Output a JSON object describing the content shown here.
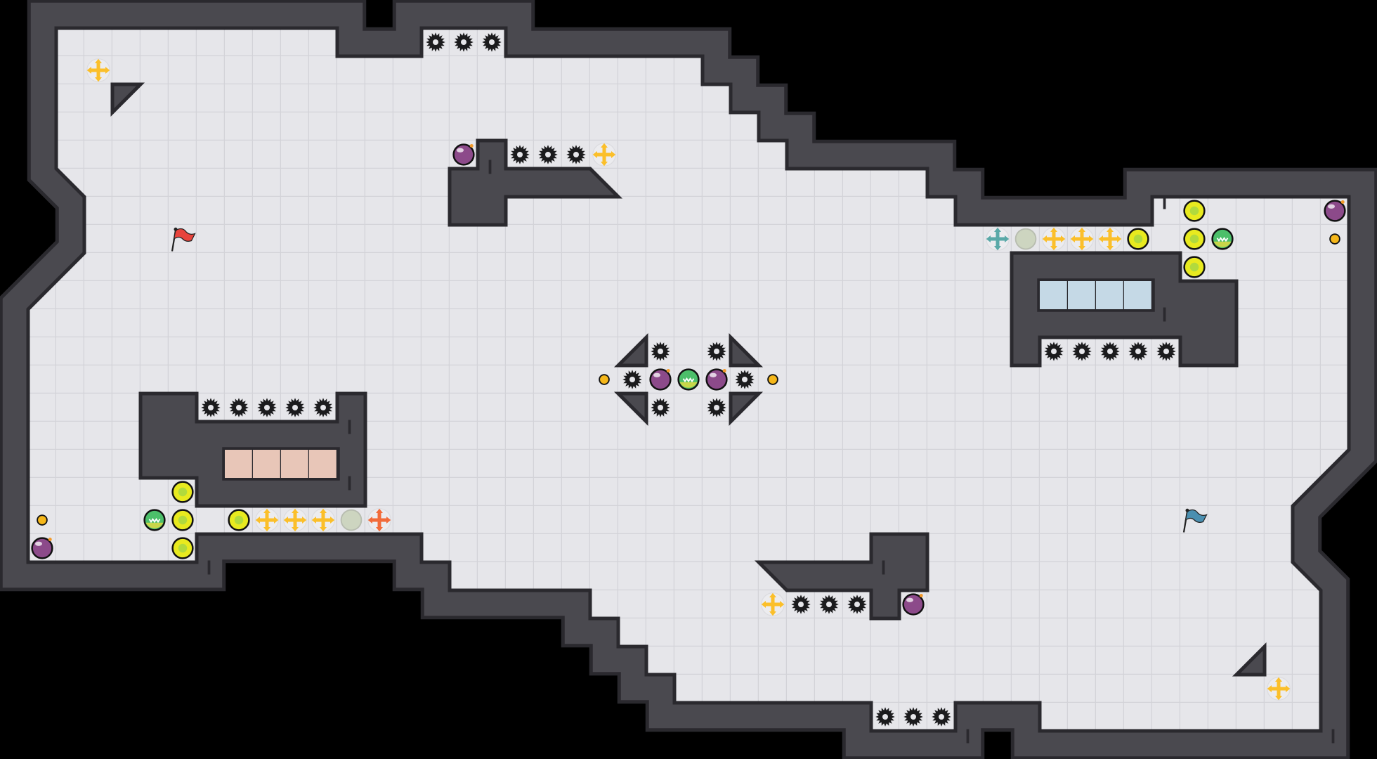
{
  "level": {
    "colors": {
      "background": "#000000",
      "floor": "#e6e6ea",
      "tile_line": "#d3d3d8",
      "wall": "#4a494f",
      "wall_edge": "#2a292e",
      "pink_window": "#e8c6b8",
      "blue_window": "#c5d9e6",
      "gear": "#1b1b1d",
      "cross_yellow": "#fbbf2a",
      "cross_teal": "#5aa9a8",
      "cross_red": "#f26b3a",
      "disc_gray": "#cdd5c0",
      "ball_yellow": "#e8ea1f",
      "ball_green": "#4cbf6a",
      "bomb": "#8c4a8a",
      "coin": "#f5b71a",
      "flag_red": "#e8433c",
      "flag_blue": "#4a8fb0"
    },
    "entity_types": [
      "spike-gear",
      "yellow-cross",
      "teal-cross",
      "red-cross",
      "gray-disc",
      "yellow-ball",
      "green-chomper-ball",
      "purple-bomb",
      "coin",
      "red-flag",
      "blue-flag"
    ]
  }
}
